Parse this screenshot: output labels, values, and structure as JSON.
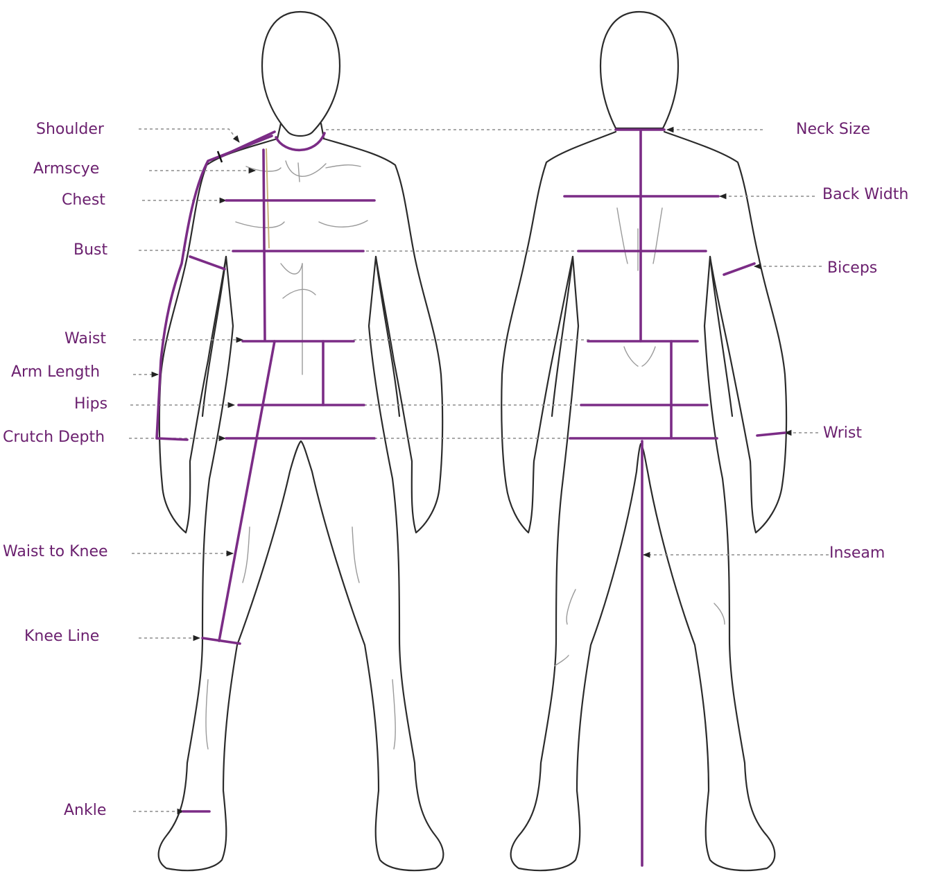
{
  "colors": {
    "measure": "#7b2c86",
    "label": "#6a1f6e",
    "outline": "#2b2b2b",
    "accent_tan": "#c9b27a"
  },
  "labels": {
    "shoulder": "Shoulder",
    "armscye": "Armscye",
    "chest": "Chest",
    "bust": "Bust",
    "waist": "Waist",
    "arm_length": "Arm Length",
    "hips": "Hips",
    "crutch_depth": "Crutch Depth",
    "waist_to_knee": "Waist to Knee",
    "knee_line": "Knee Line",
    "ankle": "Ankle",
    "neck_size": "Neck Size",
    "back_width": "Back Width",
    "biceps": "Biceps",
    "wrist": "Wrist",
    "inseam": "Inseam"
  }
}
